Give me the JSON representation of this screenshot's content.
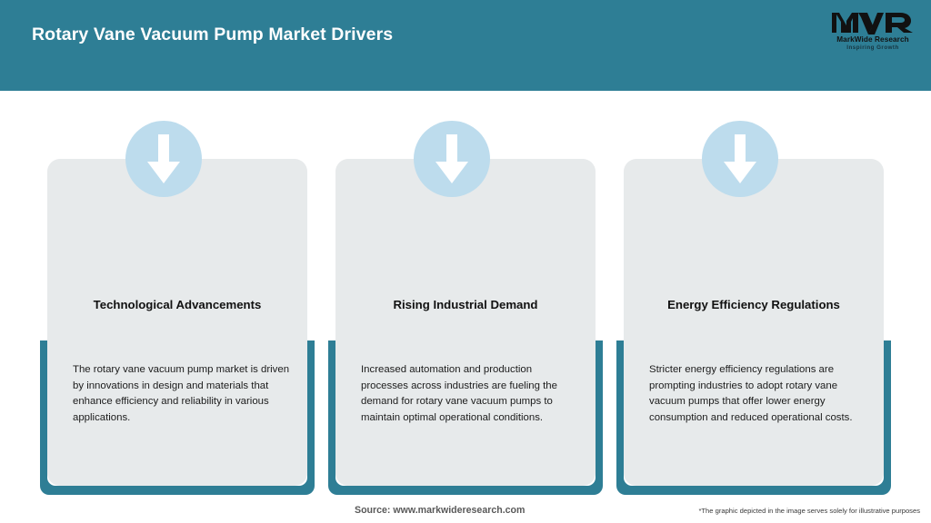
{
  "header": {
    "title": "Rotary Vane Vacuum Pump Market Drivers",
    "background_color": "#2e7e95",
    "title_color": "#ffffff"
  },
  "logo": {
    "mark": "MWR",
    "name": "MarkWide Research",
    "tagline": "Inspiring Growth"
  },
  "cards": [
    {
      "icon": "down-arrow-icon",
      "title": "Technological Advancements",
      "body": "The rotary vane vacuum pump market is driven by innovations in design and materials that enhance efficiency and reliability in various applications."
    },
    {
      "icon": "down-arrow-icon",
      "title": "Rising Industrial Demand",
      "body": "Increased automation and production processes across industries are fueling the demand for rotary vane vacuum pumps to maintain optimal operational conditions."
    },
    {
      "icon": "down-arrow-icon",
      "title": "Energy Efficiency Regulations",
      "body": "Stricter energy efficiency regulations are prompting industries to adopt rotary vane vacuum pumps that offer lower energy consumption and reduced operational costs."
    }
  ],
  "footer": {
    "source": "Source: www.markwideresearch.com",
    "disclaimer": "*The graphic depicted in the image serves solely for illustrative purposes"
  },
  "colors": {
    "teal": "#2e7e95",
    "card_gray": "#e7eaeb",
    "circle_blue": "#bddced",
    "page_white": "#ffffff"
  }
}
